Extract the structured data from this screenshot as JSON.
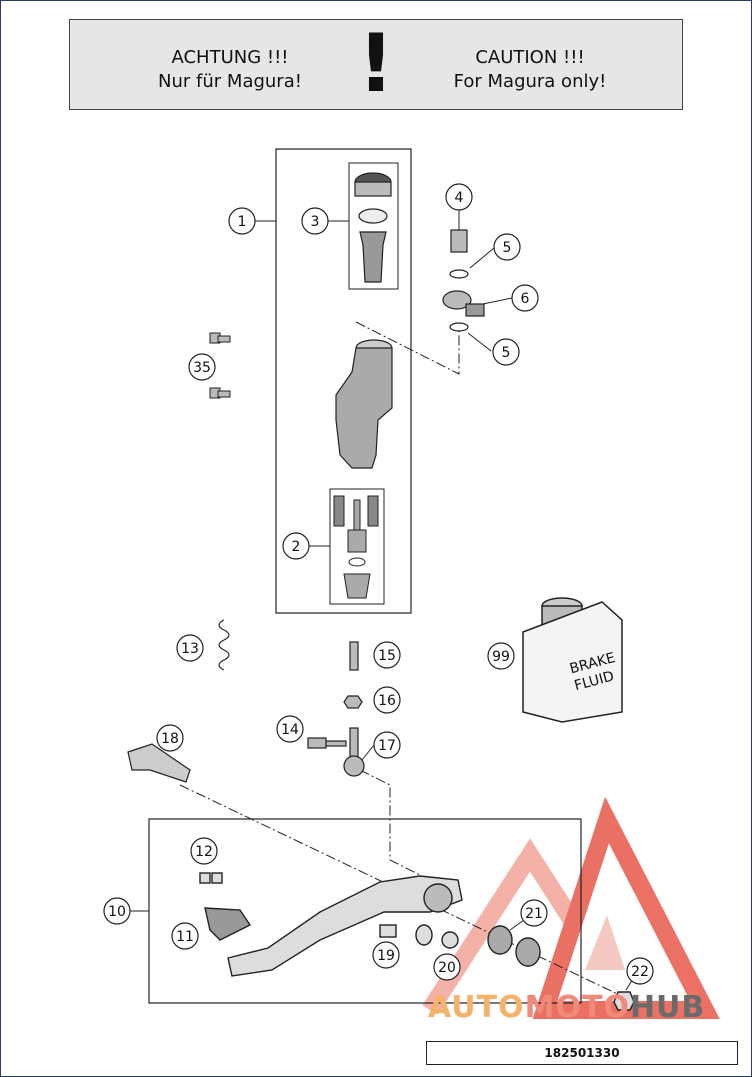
{
  "warning": {
    "left_line1": "ACHTUNG !!!",
    "left_line2": "Nur für Magura!",
    "symbol": "!",
    "right_line1": "CAUTION !!!",
    "right_line2": "For Magura only!"
  },
  "callouts": {
    "c1": "1",
    "c2": "2",
    "c3": "3",
    "c4": "4",
    "c5a": "5",
    "c5b": "5",
    "c6": "6",
    "c35": "35",
    "c13": "13",
    "c15": "15",
    "c16": "16",
    "c14": "14",
    "c17": "17",
    "c18": "18",
    "c99": "99",
    "c12": "12",
    "c10": "10",
    "c11": "11",
    "c19": "19",
    "c20": "20",
    "c21": "21",
    "c22": "22"
  },
  "bottle": {
    "line1": "BRAKE",
    "line2": "FLUID"
  },
  "watermark": {
    "part1": "AUTO",
    "part2": "MOTO",
    "part3": "HUB",
    "logo_color": "#e8584a"
  },
  "part_number": "182501330"
}
